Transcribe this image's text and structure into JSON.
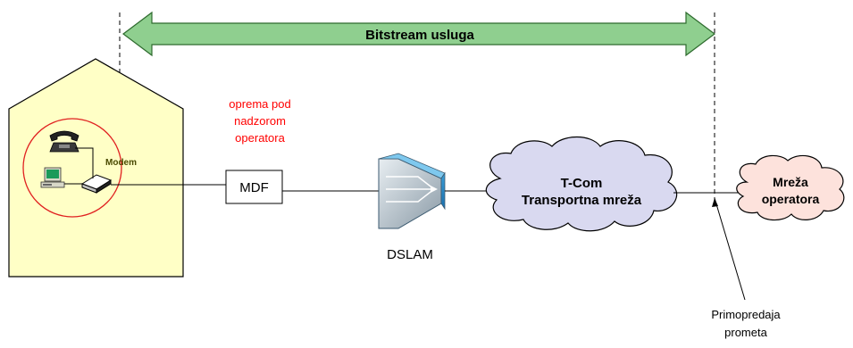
{
  "diagram": {
    "banner": {
      "label": "Bitstream usluga",
      "color": "#8fcf8f"
    },
    "house": {
      "color": "#ffffc6"
    },
    "equipment_note": {
      "lines": [
        "oprema pod",
        "nadzorom",
        "operatora"
      ],
      "color": "#ff0000"
    },
    "modem": {
      "label": "Modem",
      "color": "#4a4a00"
    },
    "mdf": {
      "label": "MDF"
    },
    "dslam": {
      "label": "DSLAM"
    },
    "tcom_cloud": {
      "lines": [
        "T-Com",
        "Transportna mreža"
      ],
      "color": "#d9d9f0"
    },
    "operator_cloud": {
      "lines": [
        "Mreža",
        "operatora"
      ],
      "color": "#fde2dc"
    },
    "handover": {
      "lines": [
        "Primopredaja",
        "prometa"
      ]
    }
  }
}
